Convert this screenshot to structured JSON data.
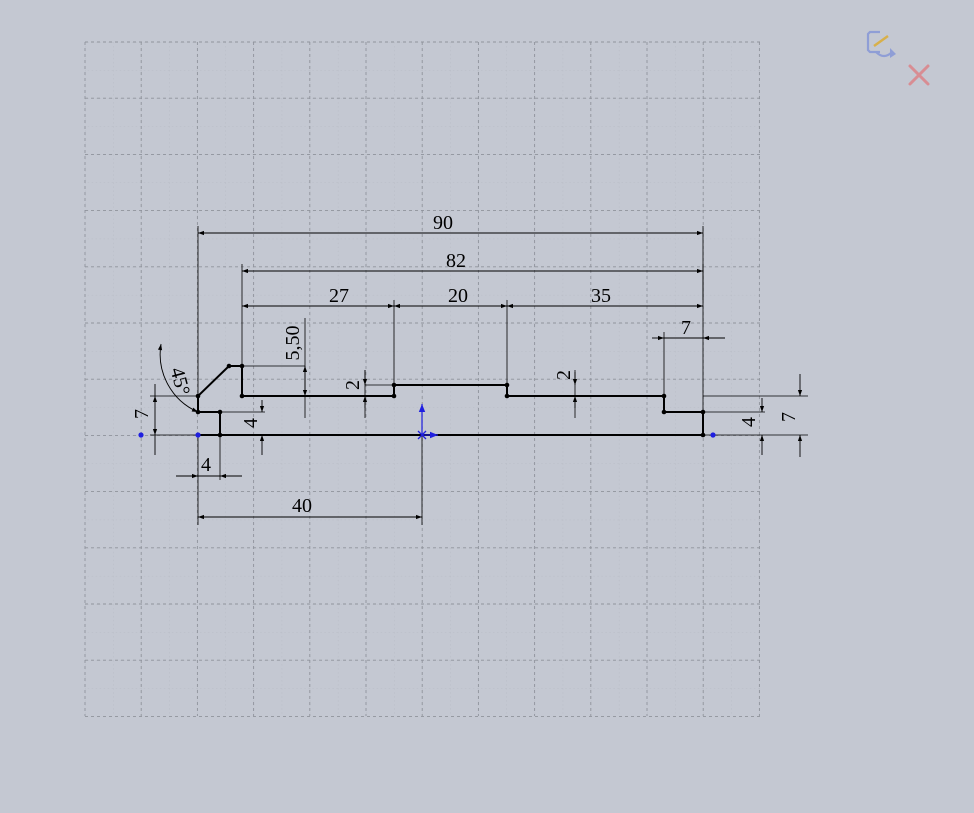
{
  "app": {
    "view": "sketch",
    "colors": {
      "background": "#c4c8d2",
      "grid_major": "#8f939c",
      "grid_minor": "#b4b8c1",
      "geometry": "#000000",
      "dimension": "#000000",
      "origin": "#1f1fe0",
      "cancel": "#d88d93"
    }
  },
  "confirm_corner": {
    "accept_icon": "rebuild-sketch-icon",
    "cancel_icon": "close-icon"
  },
  "dimensions": {
    "overall_width": "90",
    "inner_width": "82",
    "left_segment": "27",
    "middle_segment": "20",
    "right_segment": "35",
    "right_step_width": "7",
    "chamfer_height": "5,50",
    "middle_depth": "2",
    "right_depth": "2",
    "chamfer_angle": "45°",
    "left_height": "7",
    "left_step_height": "4",
    "left_step_width": "4",
    "origin_offset": "40",
    "right_step_height": "4",
    "right_height": "7"
  }
}
